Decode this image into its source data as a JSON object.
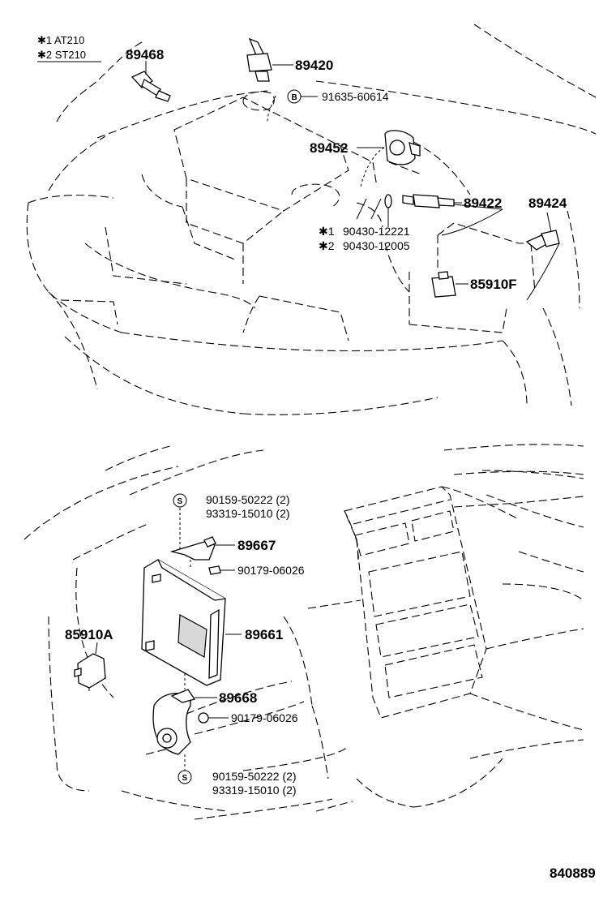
{
  "legend": {
    "note1": "✱1  AT210",
    "note2": "✱2  ST210"
  },
  "callouts": {
    "p89468": "89468",
    "p89420": "89420",
    "p91635": "91635-60614",
    "p89452": "89452",
    "p89422": "89422",
    "p89424": "89424",
    "p90430a_mark": "✱1",
    "p90430a": "90430-12221",
    "p90430b_mark": "✱2",
    "p90430b": "90430-12005",
    "p85910f": "85910F",
    "p90159a": "90159-50222 (2)",
    "p93319a": "93319-15010 (2)",
    "p89667": "89667",
    "p90179a": "90179-06026",
    "p85910a": "85910A",
    "p89661": "89661",
    "p89668": "89668",
    "p90179b": "90179-06026",
    "p90159b": "90159-50222 (2)",
    "p93319b": "93319-15010 (2)"
  },
  "markers": {
    "b_letter": "B",
    "s_letter": "S"
  },
  "footer": {
    "code": "840889"
  }
}
